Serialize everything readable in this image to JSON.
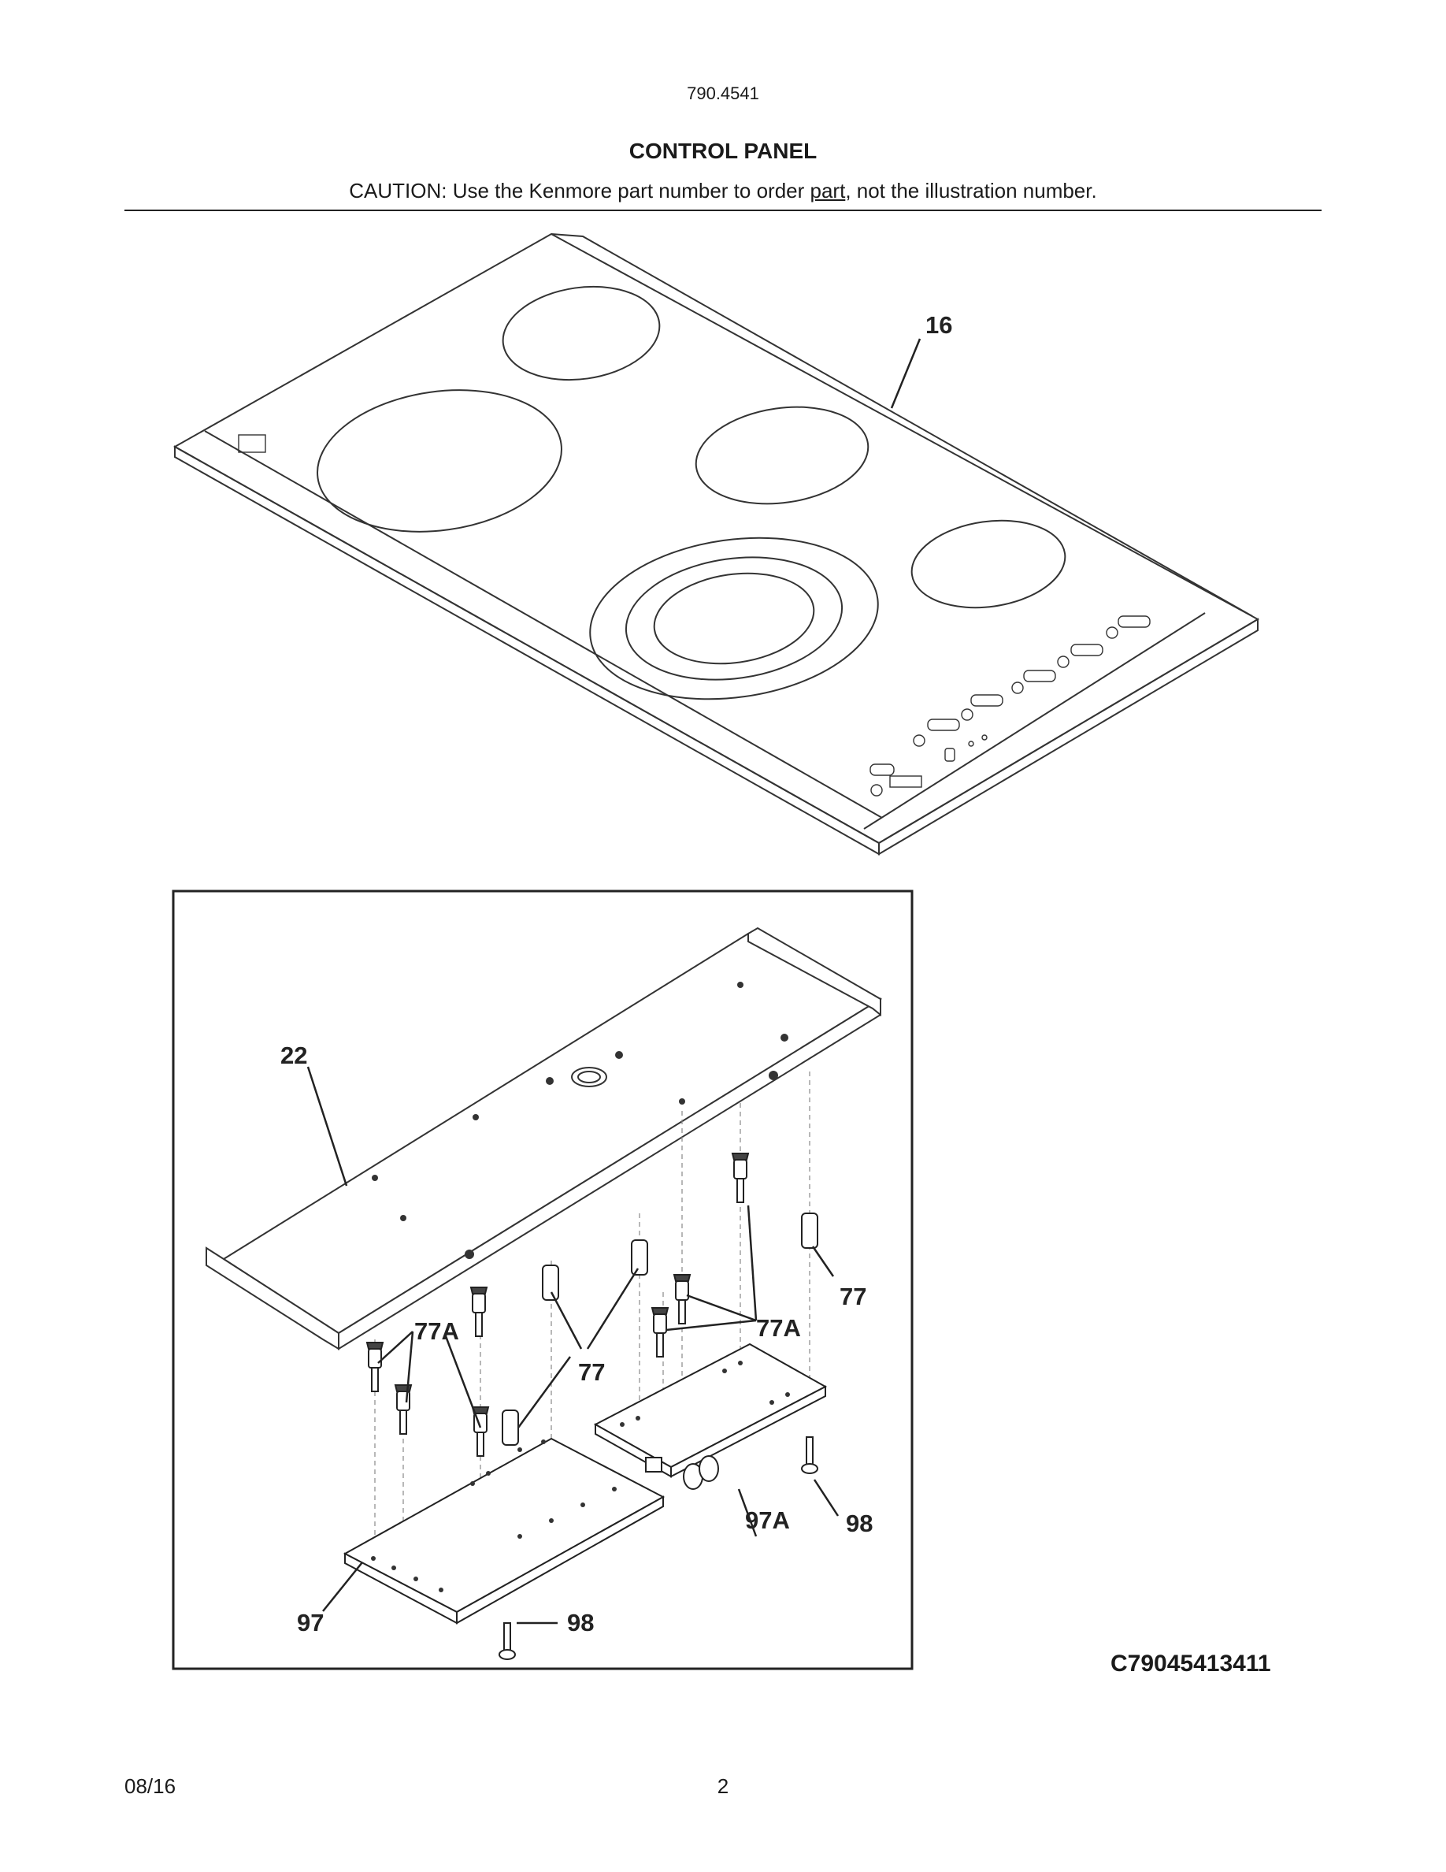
{
  "header": {
    "model_number": "790.4541",
    "title": "CONTROL PANEL",
    "caution_prefix": "CAUTION: Use the Kenmore part number to order ",
    "caution_underlined": "part",
    "caution_suffix": ", not the illustration number."
  },
  "callouts": {
    "glass_top": "16",
    "panel": "22",
    "spacer_right": "77",
    "spacer_center": "77",
    "knob_left": "77A",
    "knob_right": "77A",
    "board_left": "97",
    "board_right": "97A",
    "screw_bottom": "98",
    "screw_right": "98"
  },
  "diagram_code": "C79045413411",
  "footer": {
    "date": "08/16",
    "page_number": "2"
  }
}
